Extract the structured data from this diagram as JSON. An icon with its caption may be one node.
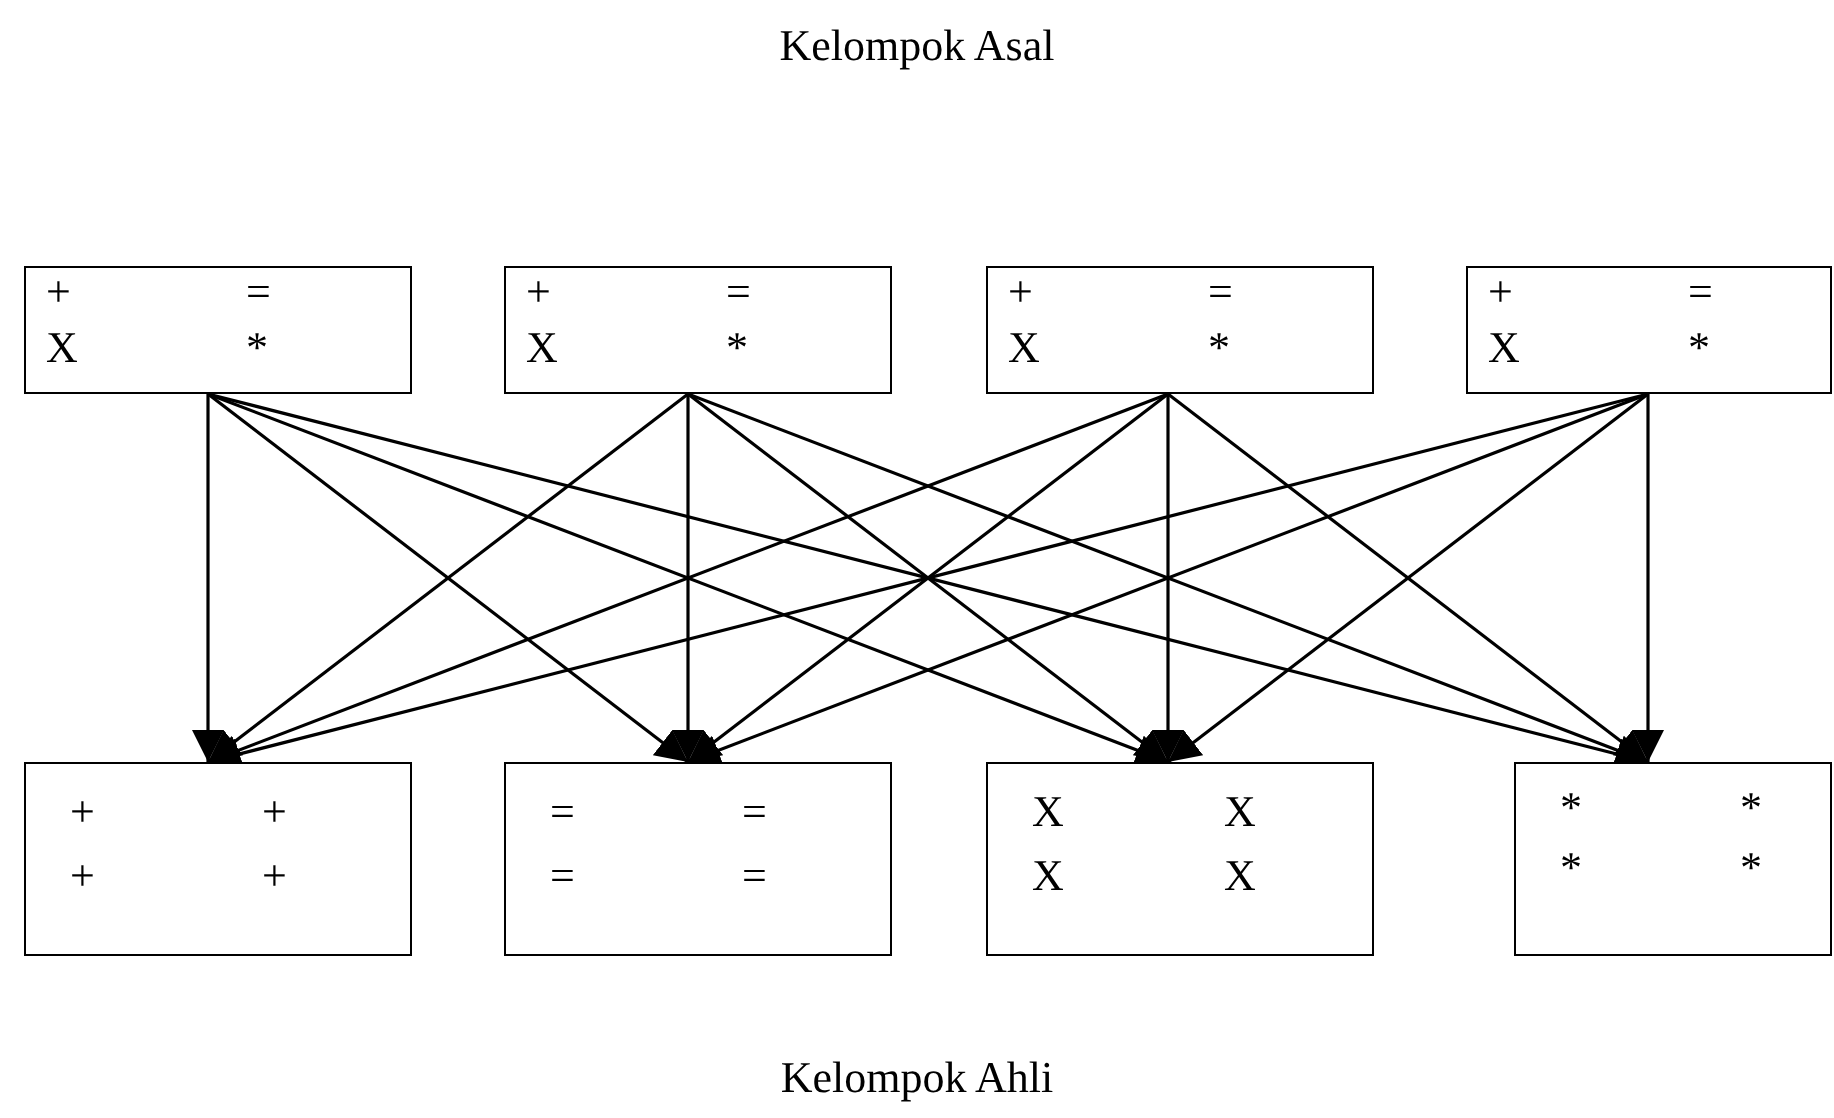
{
  "diagram": {
    "title": "Kelompok Asal",
    "caption": "Kelompok Ahli",
    "nodes": [
      {
        "text": [
          "+",
          "=",
          "X",
          "*"
        ]
      },
      {
        "text": [
          "+",
          "=",
          "X",
          "*"
        ]
      },
      {
        "text": [
          "+",
          "=",
          "X",
          "*"
        ]
      },
      {
        "text": [
          "+",
          "=",
          "X",
          "*"
        ]
      },
      {
        "text": [
          "+",
          "+",
          "+",
          "+"
        ]
      },
      {
        "text": [
          "=",
          "=",
          "=",
          "="
        ]
      },
      {
        "text": [
          "X",
          "X",
          "X",
          "X"
        ]
      },
      {
        "text": [
          "*",
          "*",
          "*",
          "*"
        ]
      }
    ],
    "edges": [
      {
        "from": 0,
        "to": 4,
        "arrow": "to"
      },
      {
        "from": 0,
        "to": 5,
        "arrow": "to"
      },
      {
        "from": 0,
        "to": 6,
        "arrow": "to"
      },
      {
        "from": 0,
        "to": 7,
        "arrow": "to"
      },
      {
        "from": 1,
        "to": 4,
        "arrow": "to"
      },
      {
        "from": 1,
        "to": 5,
        "arrow": "to"
      },
      {
        "from": 1,
        "to": 6,
        "arrow": "to"
      },
      {
        "from": 1,
        "to": 7,
        "arrow": "to"
      },
      {
        "from": 2,
        "to": 4,
        "arrow": "to"
      },
      {
        "from": 2,
        "to": 5,
        "arrow": "to"
      },
      {
        "from": 2,
        "to": 6,
        "arrow": "to"
      },
      {
        "from": 2,
        "to": 7,
        "arrow": "to"
      },
      {
        "from": 3,
        "to": 4,
        "arrow": "to"
      },
      {
        "from": 3,
        "to": 5,
        "arrow": "to"
      },
      {
        "from": 3,
        "to": 6,
        "arrow": "to"
      },
      {
        "from": 3,
        "to": 7,
        "arrow": "to"
      }
    ]
  }
}
